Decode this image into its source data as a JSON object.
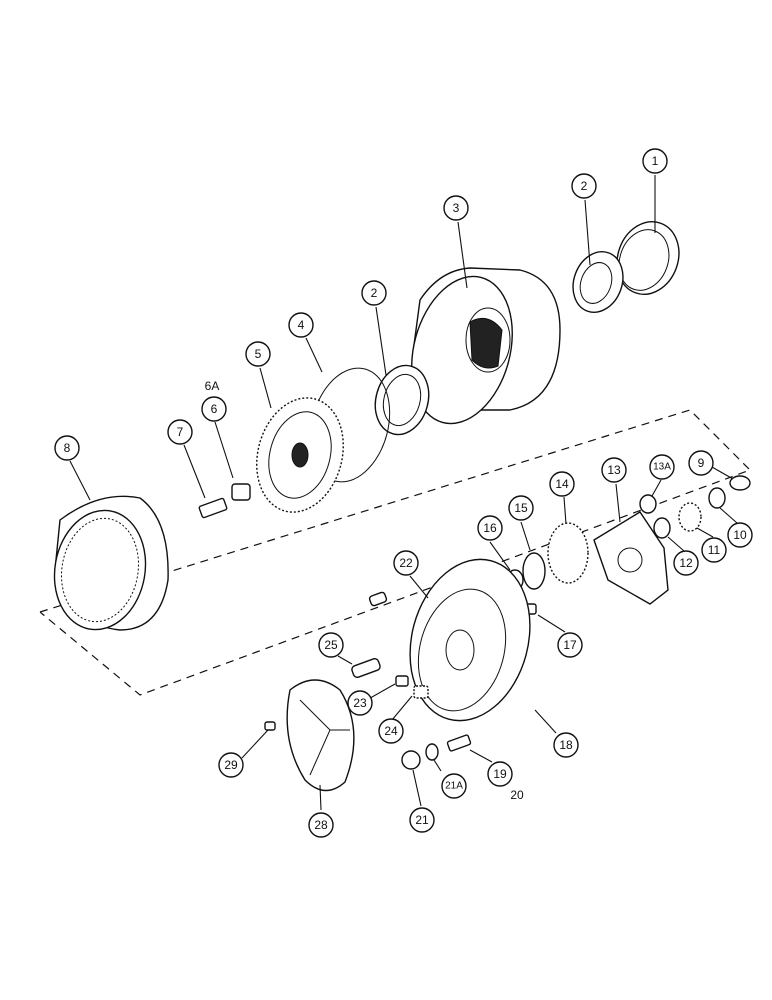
{
  "callouts": [
    {
      "id": "c1",
      "label": "1"
    },
    {
      "id": "c2a",
      "label": "2"
    },
    {
      "id": "c3",
      "label": "3"
    },
    {
      "id": "c2b",
      "label": "2"
    },
    {
      "id": "c4",
      "label": "4"
    },
    {
      "id": "c5",
      "label": "5"
    },
    {
      "id": "c6a",
      "label": "6A"
    },
    {
      "id": "c6",
      "label": "6"
    },
    {
      "id": "c7",
      "label": "7"
    },
    {
      "id": "c8",
      "label": "8"
    },
    {
      "id": "c9",
      "label": "9"
    },
    {
      "id": "c10",
      "label": "10"
    },
    {
      "id": "c11",
      "label": "11"
    },
    {
      "id": "c12",
      "label": "12"
    },
    {
      "id": "c13",
      "label": "13"
    },
    {
      "id": "c13a",
      "label": "13A"
    },
    {
      "id": "c14",
      "label": "14"
    },
    {
      "id": "c15",
      "label": "15"
    },
    {
      "id": "c16",
      "label": "16"
    },
    {
      "id": "c17",
      "label": "17"
    },
    {
      "id": "c18",
      "label": "18"
    },
    {
      "id": "c19",
      "label": "19"
    },
    {
      "id": "c20",
      "label": "20"
    },
    {
      "id": "c21",
      "label": "21"
    },
    {
      "id": "c21a",
      "label": "21A"
    },
    {
      "id": "c22",
      "label": "22"
    },
    {
      "id": "c23",
      "label": "23"
    },
    {
      "id": "c24",
      "label": "24"
    },
    {
      "id": "c25",
      "label": "25"
    },
    {
      "id": "c28",
      "label": "28"
    },
    {
      "id": "c29",
      "label": "29"
    }
  ]
}
